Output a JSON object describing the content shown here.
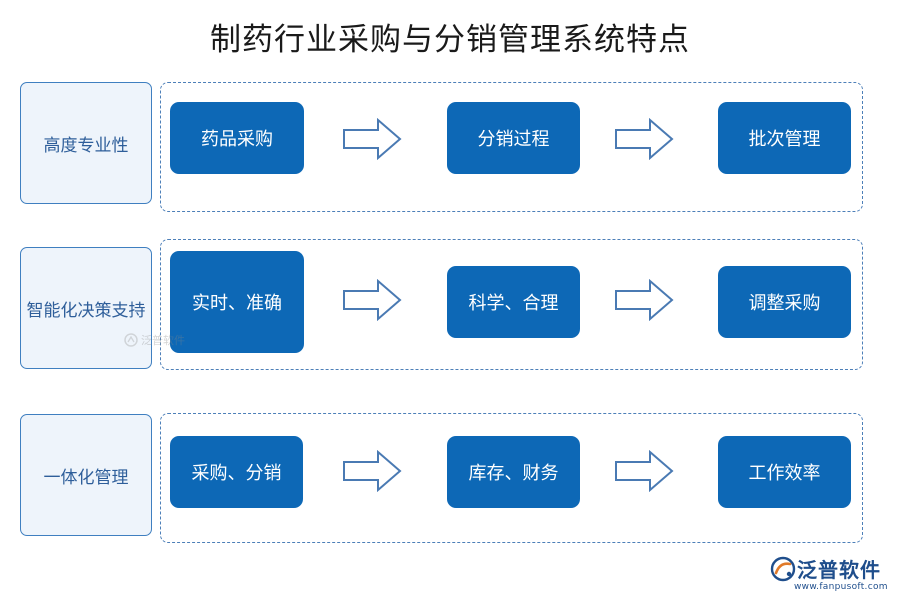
{
  "title": "制药行业采购与分销管理系统特点",
  "rows": [
    {
      "label": "高度专业性",
      "steps": [
        "药品采购",
        "分销过程",
        "批次管理"
      ]
    },
    {
      "label": "智能化决策支持",
      "steps": [
        "实时、准确",
        "科学、合理",
        "调整采购"
      ]
    },
    {
      "label": "一体化管理",
      "steps": [
        "采购、分销",
        "库存、财务",
        "工作效率"
      ]
    }
  ],
  "watermark": {
    "text": "泛普软件"
  },
  "logo": {
    "name": "泛普软件",
    "url": "www.fanpusoft.com"
  },
  "colors": {
    "step_fill": "#0d68b6",
    "label_fill": "#eef4fb",
    "label_border": "#3f7fc0",
    "frame_border": "#4d7fb8",
    "arrow_stroke": "#4a7ab3"
  },
  "icons": {
    "arrow": "hollow-right-arrow-icon",
    "logo": "fanpu-logo-icon"
  }
}
